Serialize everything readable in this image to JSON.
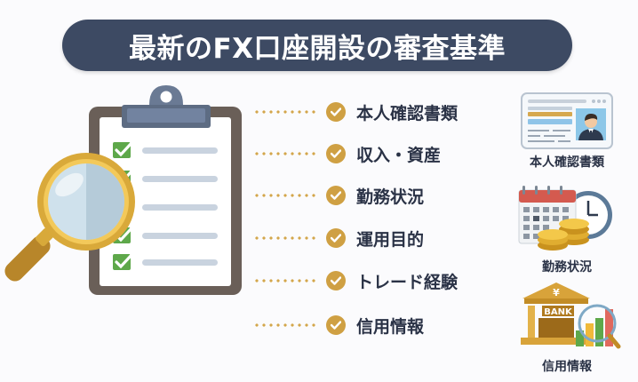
{
  "title": "最新のFX口座開設の審査基準",
  "colors": {
    "title_bg": "#3d4a63",
    "accent_gold": "#cfa043",
    "check_green": "#5ea84a",
    "text_dark": "#2a3246"
  },
  "criteria": [
    {
      "label": "本人確認書類",
      "icon": "gold-check-circle-icon"
    },
    {
      "label": "収入・資産",
      "icon": "gold-check-circle-icon"
    },
    {
      "label": "勤務状況",
      "icon": "gold-check-circle-icon"
    },
    {
      "label": "運用目的",
      "icon": "gold-check-circle-icon"
    },
    {
      "label": "トレード経験",
      "icon": "gold-check-circle-icon"
    },
    {
      "label": "信用情報",
      "icon": "gold-check-circle-icon"
    }
  ],
  "side_items": [
    {
      "label": "本人確認書類",
      "icon": "id-card-icon"
    },
    {
      "label": "勤務状況",
      "icon": "calendar-clock-coins-icon"
    },
    {
      "label": "信用情報",
      "icon": "bank-chart-icon",
      "bank_sign": "BANK",
      "currency_symbol": "¥"
    }
  ],
  "illustration": {
    "icon": "clipboard-checklist-icon",
    "overlay_icon": "magnifying-glass-icon",
    "checklist_rows": 5
  }
}
